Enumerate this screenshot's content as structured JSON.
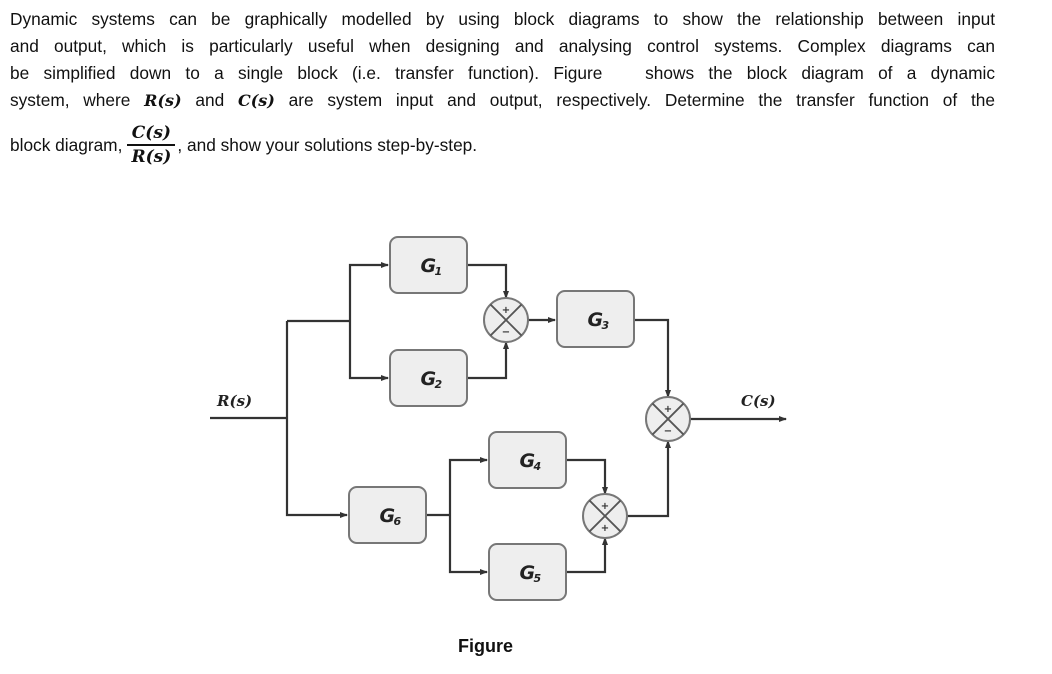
{
  "question": {
    "lines": [
      "Dynamic systems can be graphically modelled by using block diagrams to show the relationship between input",
      "and output, which is particularly useful when designing and analysing control systems. Complex diagrams can",
      "be simplified down to a single block (i.e. transfer function). Figure   shows the block diagram of a dynamic"
    ],
    "line4": {
      "pre": "system, where ",
      "var1": "R(s)",
      "mid": " and ",
      "var2": "C(s)",
      "post": " are system input and output, respectively. Determine the transfer function of the"
    },
    "line5": {
      "pre": "block diagram,",
      "numerator": "C(s)",
      "denominator": "R(s)",
      "post": ", and show your solutions step-by-step."
    }
  },
  "diagram": {
    "input_label": "R(s)",
    "output_label": "C(s)",
    "blocks": [
      {
        "id": "G1",
        "label": "G",
        "sub": "1"
      },
      {
        "id": "G2",
        "label": "G",
        "sub": "2"
      },
      {
        "id": "G3",
        "label": "G",
        "sub": "3"
      },
      {
        "id": "G4",
        "label": "G",
        "sub": "4"
      },
      {
        "id": "G5",
        "label": "G",
        "sub": "5"
      },
      {
        "id": "G6",
        "label": "G",
        "sub": "6"
      }
    ],
    "summing_junctions": [
      {
        "id": "S1",
        "top_sign": "+",
        "bottom_sign": "−"
      },
      {
        "id": "S2",
        "top_sign": "+",
        "bottom_sign": "+"
      },
      {
        "id": "S3",
        "top_sign": "+",
        "bottom_sign": "−"
      }
    ],
    "caption": "Figure",
    "colors": {
      "line": "#333333",
      "block_fill": "#eeeeee",
      "block_stroke": "#777777",
      "junction_fill": "#eeeeee",
      "junction_stroke": "#777777"
    }
  }
}
